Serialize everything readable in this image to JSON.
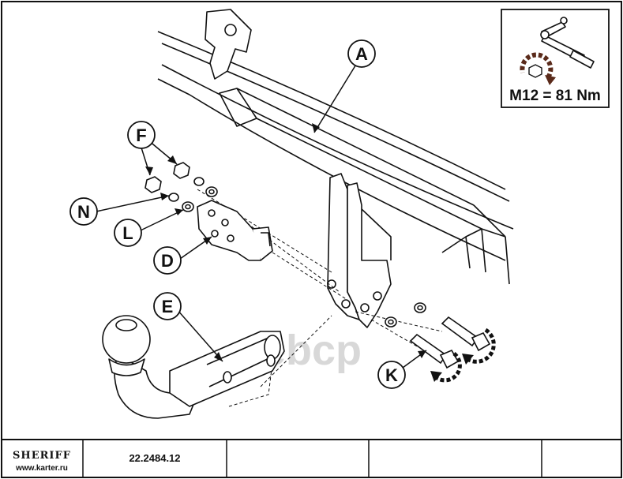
{
  "labels": {
    "a": "A",
    "f": "F",
    "n": "N",
    "l": "L",
    "d": "D",
    "e": "E",
    "k": "K"
  },
  "torque": {
    "text": "M12 = 81 Nm",
    "icon": "torque-wrench-icon"
  },
  "watermark": "ebcp",
  "title_block": {
    "brand": "SHERIFF",
    "website": "www.karter.ru",
    "part_number": "22.2484.12"
  },
  "colors": {
    "line": "#111111",
    "arrow": "#5a2a1a",
    "arrow_dark": "#111111",
    "watermark": "#d8d8d8"
  }
}
